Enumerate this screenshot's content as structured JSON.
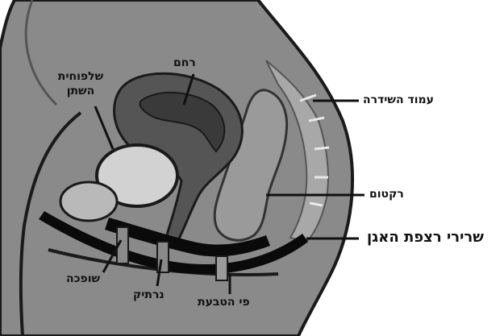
{
  "labels": {
    "bladder": "שלפוחית השתן",
    "uterus": "רחם",
    "spine": "עמוד השידרה",
    "rectum": "רקטום",
    "pelvic_floor": "שרירי רצפת האגן",
    "urethra": "שופכה",
    "vagina": "נרתיק",
    "anus": "פי הטבעת"
  },
  "colors": {
    "body": "#8a8a8a",
    "body_outline": "#1a1a1a",
    "uterus": "#555555",
    "bladder": "#d2d2d2",
    "rectum": "#9a9a9a",
    "muscle": "#0a0a0a",
    "background": "#ffffff"
  }
}
